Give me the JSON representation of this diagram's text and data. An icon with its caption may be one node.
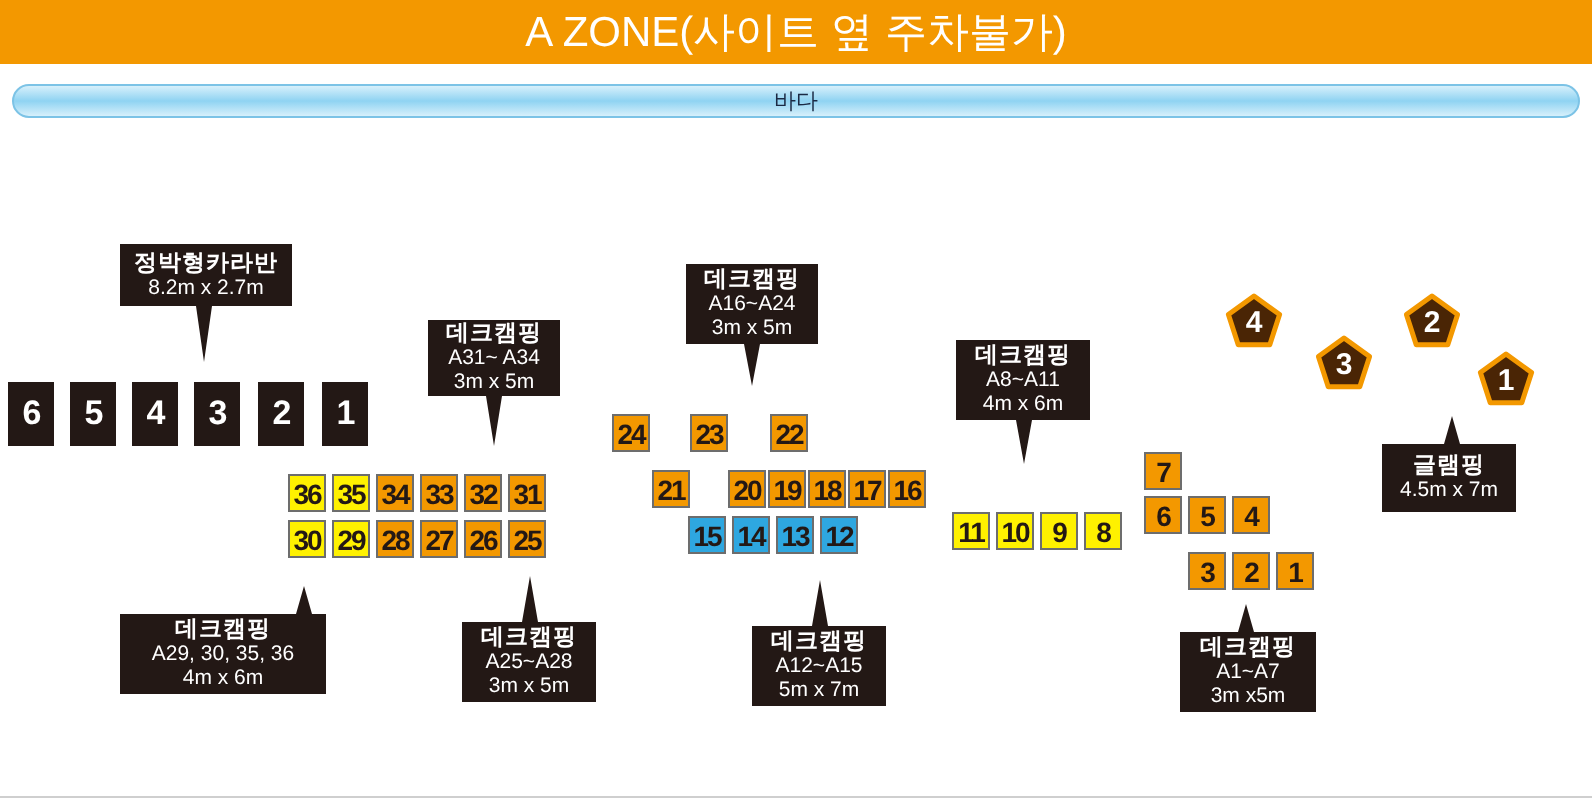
{
  "diagram": {
    "title": "A ZONE(사이트 옆 주차불가)",
    "nodes": [
      {
        "text": [
          "바다"
        ]
      },
      {
        "text": [
          "정박형카라반",
          "8.2m x 2.7m"
        ]
      },
      {
        "text": [
          "6"
        ]
      },
      {
        "text": [
          "5"
        ]
      },
      {
        "text": [
          "4"
        ]
      },
      {
        "text": [
          "3"
        ]
      },
      {
        "text": [
          "2"
        ]
      },
      {
        "text": [
          "1"
        ]
      },
      {
        "text": [
          "데크캠핑",
          "A31~ A34",
          "3m x 5m"
        ]
      },
      {
        "text": [
          "36"
        ]
      },
      {
        "text": [
          "35"
        ]
      },
      {
        "text": [
          "34"
        ]
      },
      {
        "text": [
          "33"
        ]
      },
      {
        "text": [
          "32"
        ]
      },
      {
        "text": [
          "31"
        ]
      },
      {
        "text": [
          "30"
        ]
      },
      {
        "text": [
          "29"
        ]
      },
      {
        "text": [
          "28"
        ]
      },
      {
        "text": [
          "27"
        ]
      },
      {
        "text": [
          "26"
        ]
      },
      {
        "text": [
          "25"
        ]
      },
      {
        "text": [
          "데크캠핑",
          "A29, 30, 35, 36",
          "4m x 6m"
        ]
      },
      {
        "text": [
          "데크캠핑",
          "A25~A28",
          "3m x 5m"
        ]
      },
      {
        "text": [
          "데크캠핑",
          "A16~A24",
          "3m x 5m"
        ]
      },
      {
        "text": [
          "24"
        ]
      },
      {
        "text": [
          "23"
        ]
      },
      {
        "text": [
          "22"
        ]
      },
      {
        "text": [
          "21"
        ]
      },
      {
        "text": [
          "20"
        ]
      },
      {
        "text": [
          "19"
        ]
      },
      {
        "text": [
          "18"
        ]
      },
      {
        "text": [
          "17"
        ]
      },
      {
        "text": [
          "16"
        ]
      },
      {
        "text": [
          "15"
        ]
      },
      {
        "text": [
          "14"
        ]
      },
      {
        "text": [
          "13"
        ]
      },
      {
        "text": [
          "12"
        ]
      },
      {
        "text": [
          "데크캠핑",
          "A12~A15",
          "5m x 7m"
        ]
      },
      {
        "text": [
          "데크캠핑",
          "A8~A11",
          "4m x 6m"
        ]
      },
      {
        "text": [
          "11"
        ]
      },
      {
        "text": [
          "10"
        ]
      },
      {
        "text": [
          "9"
        ]
      },
      {
        "text": [
          "8"
        ]
      },
      {
        "text": [
          "4"
        ]
      },
      {
        "text": [
          "2"
        ]
      },
      {
        "text": [
          "3"
        ]
      },
      {
        "text": [
          "1"
        ]
      },
      {
        "text": [
          "글램핑",
          "4.5m x 7m"
        ]
      },
      {
        "text": [
          "7"
        ]
      },
      {
        "text": [
          "6"
        ]
      },
      {
        "text": [
          "5"
        ]
      },
      {
        "text": [
          "4"
        ]
      },
      {
        "text": [
          "3"
        ]
      },
      {
        "text": [
          "2"
        ]
      },
      {
        "text": [
          "1"
        ]
      },
      {
        "text": [
          "데크캠핑",
          "A1~A7",
          "3m x5m"
        ]
      }
    ]
  }
}
